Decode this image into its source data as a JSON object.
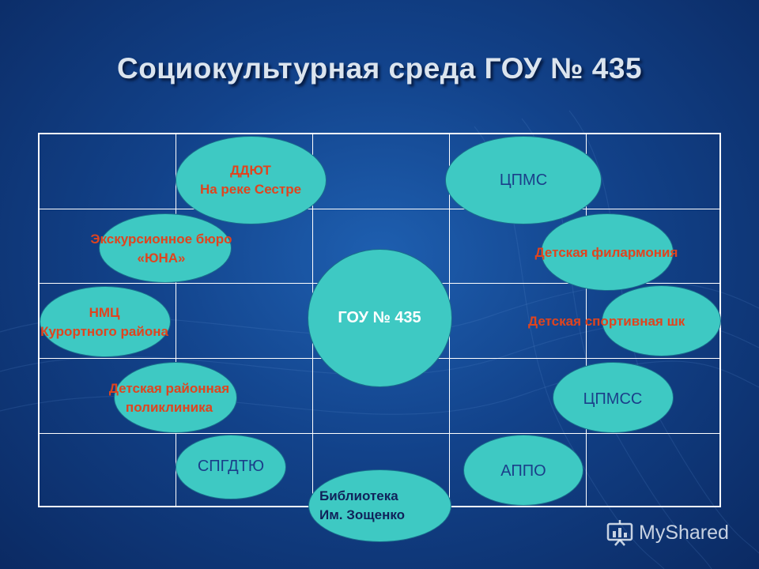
{
  "title": "Социокультурная среда ГОУ № 435",
  "nodes": {
    "center": "ГОУ № 435",
    "ddyut_1": "ДДЮТ",
    "ddyut_2": "На реке Сестре",
    "excursion_1": "Экскурсионное бюро",
    "excursion_2": "«ЮНА»",
    "nmc_1": "НМЦ",
    "nmc_2": "Курортного района",
    "clinic_1": "Детская районная",
    "clinic_2": "поликлиника",
    "spgdtyu": "СПГДТЮ",
    "library_1": "Библиотека",
    "library_2": "Им. Зощенко",
    "cpms": "ЦПМС",
    "philharmonic": "Детская филармония",
    "sport_school": "Детская спортивная шк",
    "cpmss": "ЦПМСС",
    "appo": "АППО"
  },
  "watermark": "MyShared",
  "colors": {
    "node_fill": "#3ec9c3",
    "label_red": "#e0441e",
    "label_blue": "#1b3f8a"
  }
}
